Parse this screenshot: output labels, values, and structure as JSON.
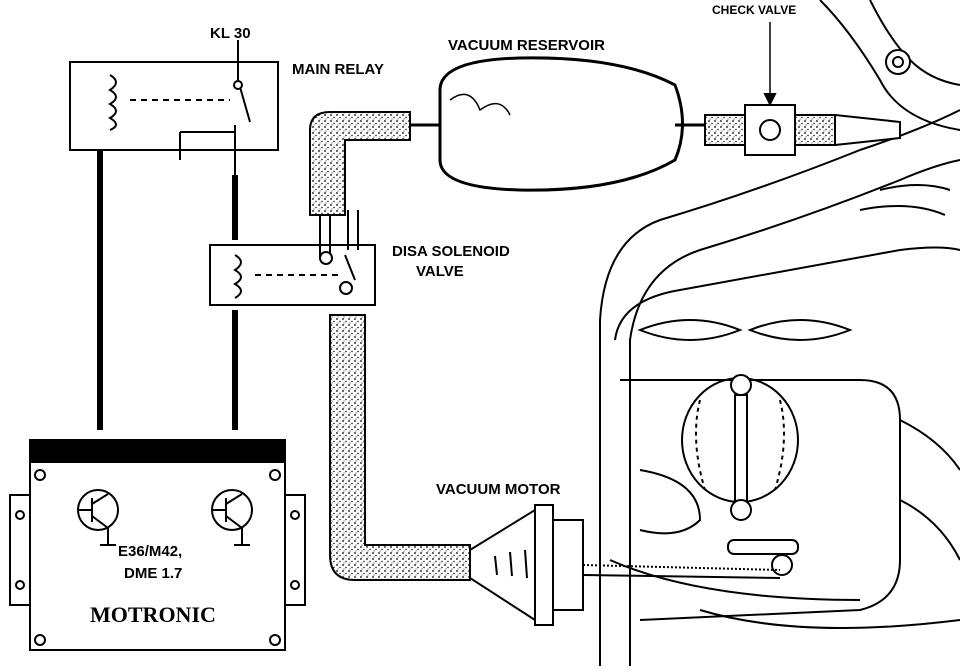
{
  "labels": {
    "kl30": "KL 30",
    "main_relay": "MAIN RELAY",
    "vacuum_reservoir": "VACUUM RESERVOIR",
    "check_valve": "CHECK VALVE",
    "disa_solenoid_1": "DISA SOLENOID",
    "disa_solenoid_2": "VALVE",
    "vacuum_motor": "VACUUM MOTOR",
    "ecu_model_1": "E36/M42,",
    "ecu_model_2": "DME 1.7",
    "ecu_name": "MOTRONIC"
  }
}
